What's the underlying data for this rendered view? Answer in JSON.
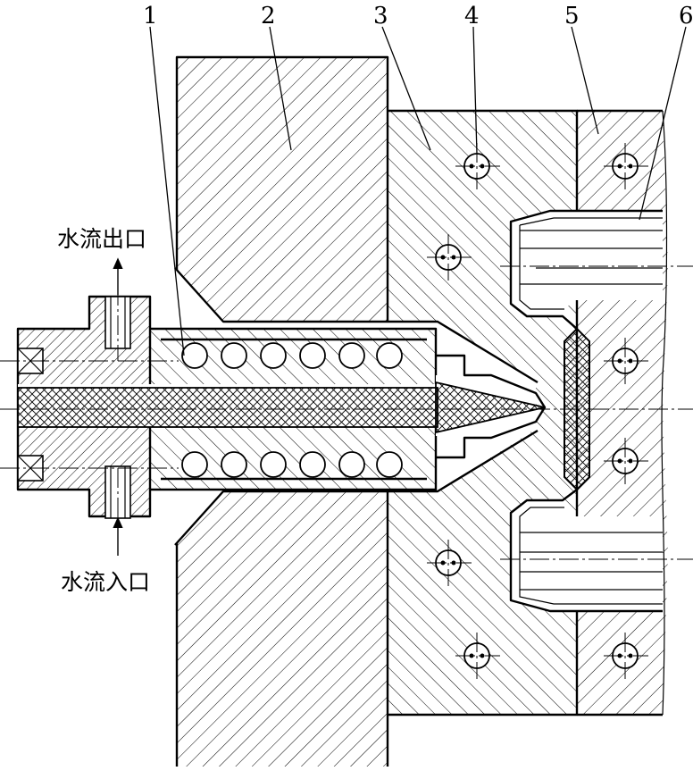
{
  "figure": {
    "part_labels": [
      "1",
      "2",
      "3",
      "4",
      "5",
      "6"
    ],
    "water_outlet_label": "水流出口",
    "water_inlet_label": "水流入口"
  },
  "colors": {
    "ink": "#000000",
    "paper": "#ffffff"
  }
}
